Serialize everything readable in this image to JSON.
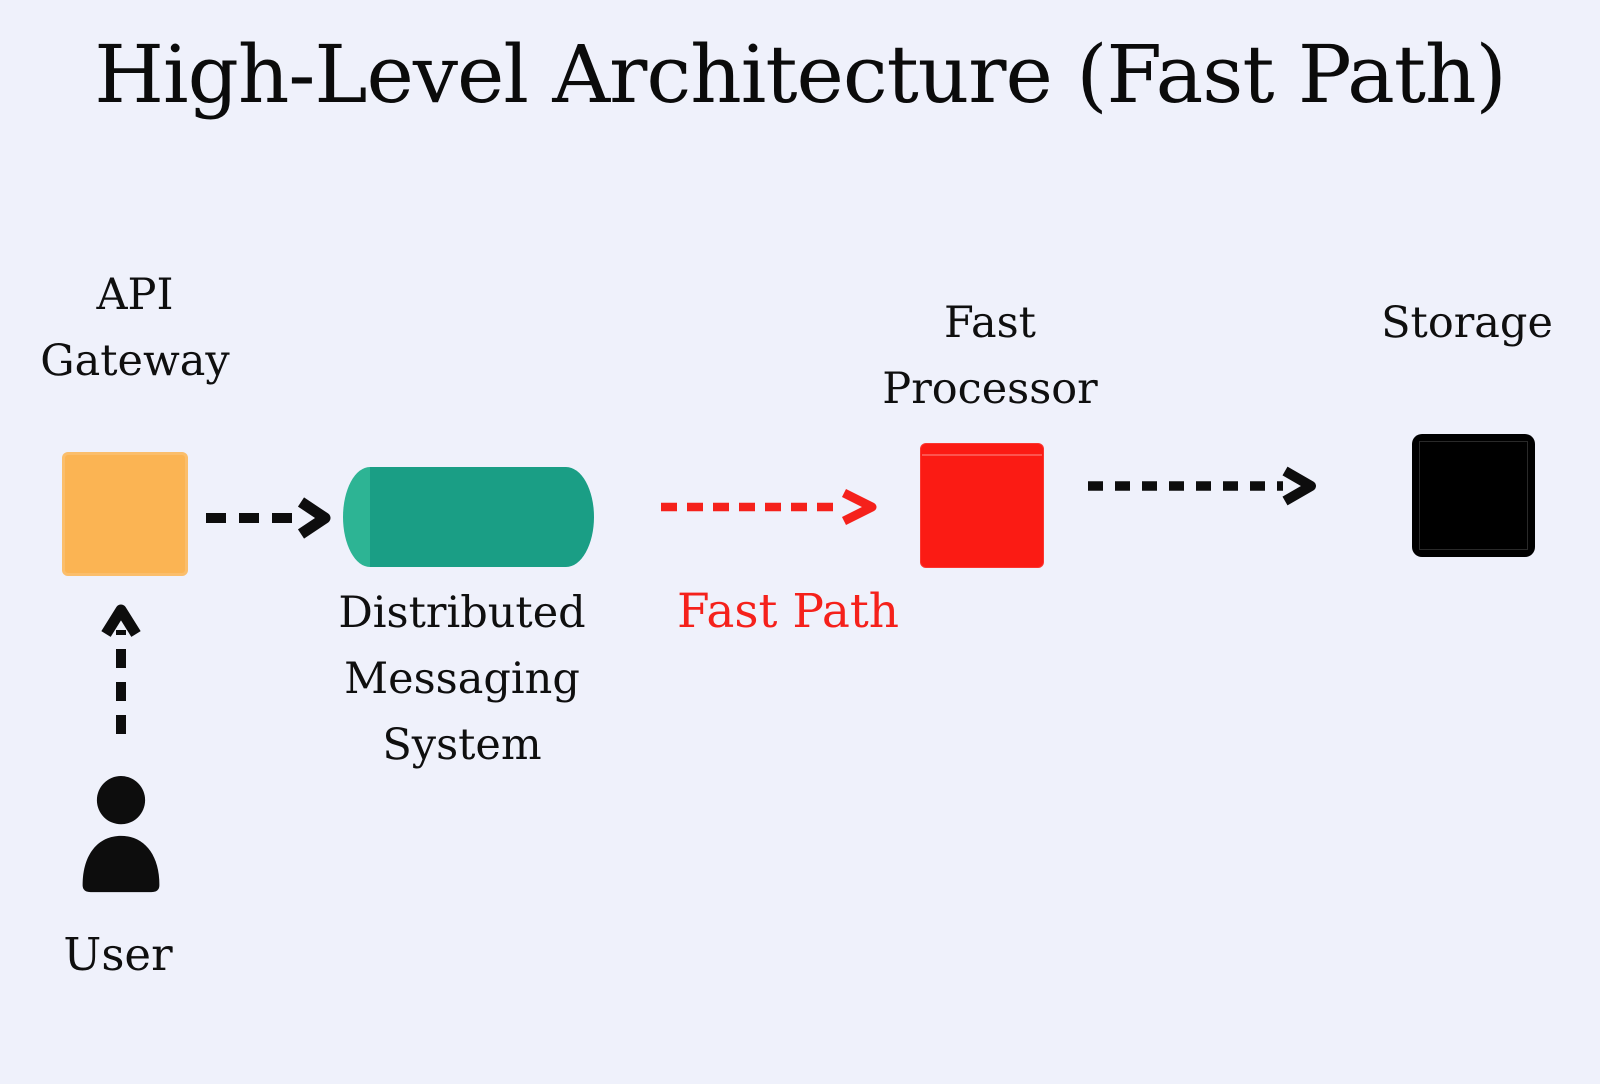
{
  "background_color": "#EFF1FB",
  "title": "High-Level Architecture (Fast Path)",
  "diagram": {
    "nodes": {
      "api_gateway": {
        "label_lines": [
          "API",
          "Gateway"
        ],
        "shape": "rounded-square",
        "color": "#FBB453"
      },
      "messaging": {
        "label_lines": [
          "Distributed",
          "Messaging",
          "System"
        ],
        "shape": "cylinder",
        "color": "#1A9E85",
        "cap_color": "#2DB494"
      },
      "fast_processor": {
        "label_lines": [
          "Fast",
          "Processor"
        ],
        "shape": "rounded-square",
        "color": "#FB1B14"
      },
      "storage": {
        "label_lines": [
          "Storage"
        ],
        "shape": "rounded-square",
        "color": "#000000"
      },
      "user": {
        "label_lines": [
          "User"
        ],
        "icon": "user-icon",
        "color": "#0D0D0D"
      }
    },
    "edges": {
      "user_to_gateway": {
        "style": "dashed-arrow",
        "direction": "up",
        "color": "#0D0D0D"
      },
      "gateway_to_messaging": {
        "style": "dashed-arrow",
        "direction": "right",
        "color": "#0D0D0D"
      },
      "messaging_to_processor": {
        "style": "dashed-arrow",
        "direction": "right",
        "color": "#F5211B",
        "label": "Fast Path"
      },
      "processor_to_storage": {
        "style": "dashed-arrow",
        "direction": "right",
        "color": "#0D0D0D"
      }
    }
  }
}
